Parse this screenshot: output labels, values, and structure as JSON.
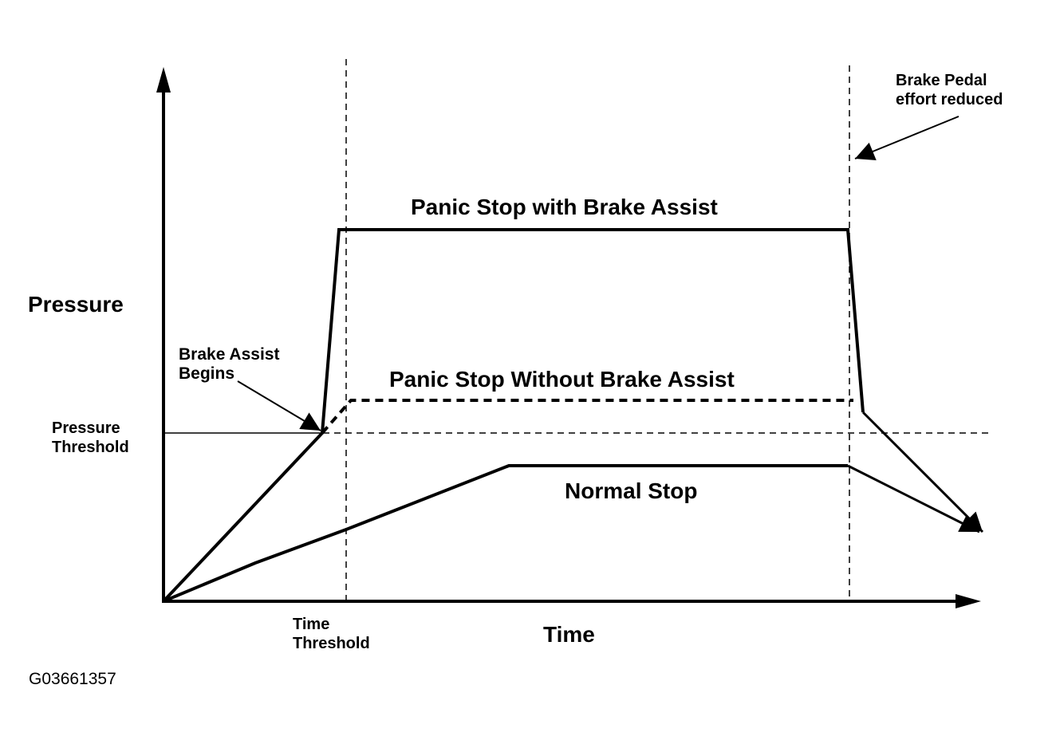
{
  "axes": {
    "y_label": "Pressure",
    "x_label": "Time"
  },
  "thresholds": {
    "pressure_label_line1": "Pressure",
    "pressure_label_line2": "Threshold",
    "time_label_line1": "Time",
    "time_label_line2": "Threshold"
  },
  "annotations": {
    "brake_assist_line1": "Brake Assist",
    "brake_assist_line2": "Begins",
    "pedal_line1": "Brake Pedal",
    "pedal_line2": "effort reduced"
  },
  "curves": {
    "with_assist": "Panic Stop with Brake Assist",
    "without_assist": "Panic Stop Without Brake Assist",
    "normal": "Normal Stop"
  },
  "figure_id": "G03661357",
  "colors": {
    "ink": "#000000",
    "background": "#ffffff"
  }
}
